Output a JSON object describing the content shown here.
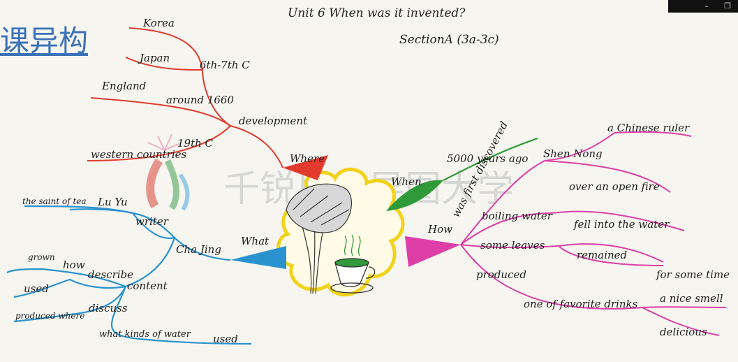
{
  "title": {
    "line1": "Unit 6  When was it invented?",
    "line2": "SectionA (3a-3c)"
  },
  "overlay_link": "课异构",
  "watermark": "千锐思作导图大学",
  "window_controls": {
    "minimize": "–",
    "restore": "❐"
  },
  "branches": {
    "where": {
      "label": "Where",
      "development": "development",
      "c6_7": "6th-7th C",
      "korea": "Korea",
      "japan": "Japan",
      "around1660": "around 1660",
      "england": "England",
      "c19": "19th C",
      "western": "western countries"
    },
    "when": {
      "label": "When",
      "years": "5000 years ago"
    },
    "how": {
      "label": "How",
      "was_first": "was first discovered",
      "shen_nong": "Shen Nong",
      "ruler": "a Chinese ruler",
      "boiling": "boiling water",
      "open_fire": "over an open fire",
      "some_leaves": "some leaves",
      "fell": "fell into the water",
      "remained": "remained",
      "some_time": "for some time",
      "produced": "produced",
      "favorite": "one of favorite drinks",
      "smell": "a nice smell",
      "delicious": "delicious"
    },
    "what": {
      "label": "What",
      "cha_jing": "Cha Jing",
      "writer": "writer",
      "lu_yu": "Lu Yu",
      "saint": "the saint of tea",
      "content": "content",
      "describe": "describe",
      "how": "how",
      "grown": "grown",
      "used1": "used",
      "discuss": "discuss",
      "produced_where": "produced where",
      "kinds_water": "what kinds of water",
      "used2": "used"
    }
  },
  "colors": {
    "red": "#e23b2e",
    "green": "#2f9a3a",
    "pink": "#dd3ea8",
    "blue": "#2a93cf",
    "yellow": "#f2d21a"
  }
}
